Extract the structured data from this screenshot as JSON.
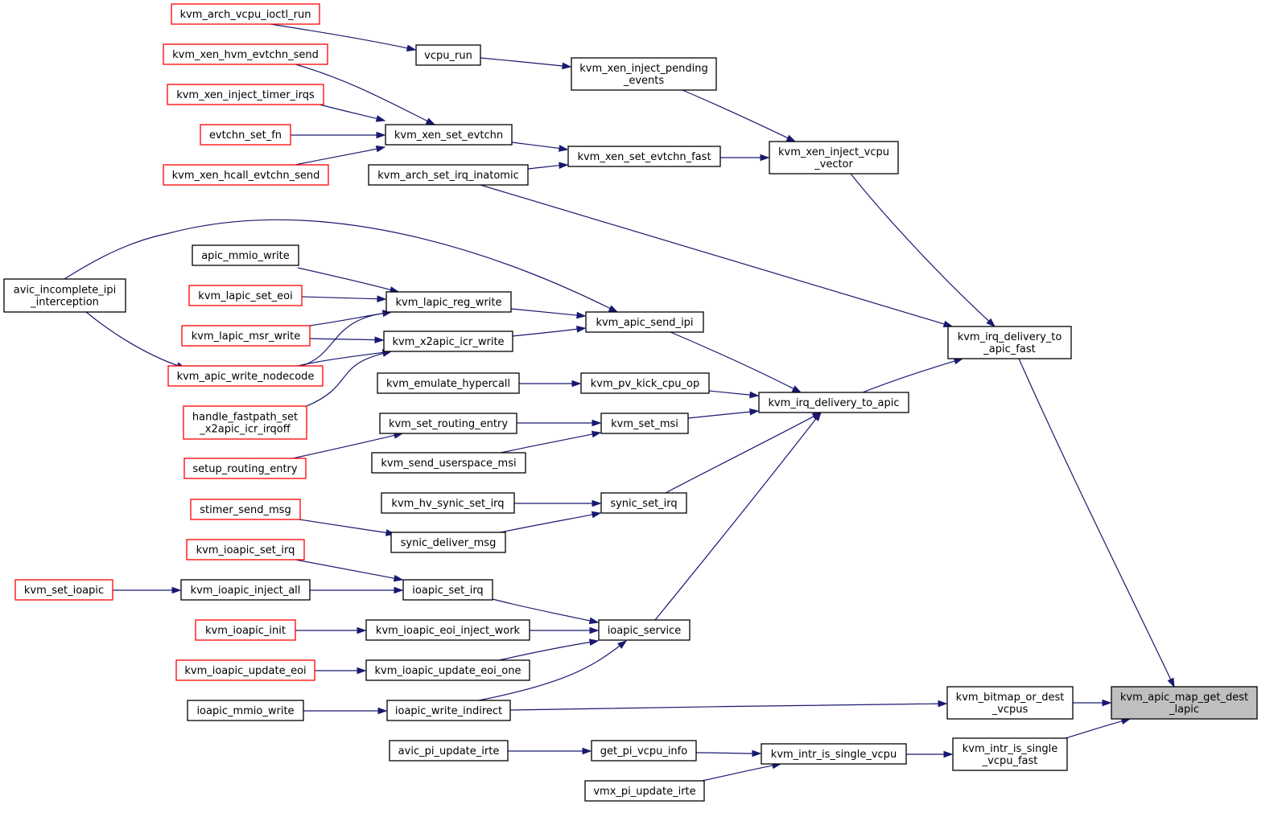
{
  "colors": {
    "edge": "#191970",
    "border_default": "#000000",
    "border_truncated": "#ff0000",
    "fill_default": "#ffffff",
    "fill_focus": "#bfbfbf"
  },
  "nodes": {
    "kvm_arch_vcpu_ioctl_run": {
      "lines": [
        "kvm_arch_vcpu_ioctl_run"
      ],
      "kind": "truncated"
    },
    "vcpu_run": {
      "lines": [
        "vcpu_run"
      ],
      "kind": "normal"
    },
    "kvm_xen_hvm_evtchn_send": {
      "lines": [
        "kvm_xen_hvm_evtchn_send"
      ],
      "kind": "truncated"
    },
    "kvm_xen_inject_pending_events": {
      "lines": [
        "kvm_xen_inject_pending",
        "_events"
      ],
      "kind": "normal"
    },
    "kvm_xen_inject_timer_irqs": {
      "lines": [
        "kvm_xen_inject_timer_irqs"
      ],
      "kind": "truncated"
    },
    "evtchn_set_fn": {
      "lines": [
        "evtchn_set_fn"
      ],
      "kind": "truncated"
    },
    "kvm_xen_set_evtchn": {
      "lines": [
        "kvm_xen_set_evtchn"
      ],
      "kind": "normal"
    },
    "kvm_xen_inject_vcpu_vector": {
      "lines": [
        "kvm_xen_inject_vcpu",
        "_vector"
      ],
      "kind": "normal"
    },
    "kvm_xen_set_evtchn_fast": {
      "lines": [
        "kvm_xen_set_evtchn_fast"
      ],
      "kind": "normal"
    },
    "kvm_xen_hcall_evtchn_send": {
      "lines": [
        "kvm_xen_hcall_evtchn_send"
      ],
      "kind": "truncated"
    },
    "kvm_arch_set_irq_inatomic": {
      "lines": [
        "kvm_arch_set_irq_inatomic"
      ],
      "kind": "normal"
    },
    "apic_mmio_write": {
      "lines": [
        "apic_mmio_write"
      ],
      "kind": "normal"
    },
    "avic_incomplete_ipi_interception": {
      "lines": [
        "avic_incomplete_ipi",
        "_interception"
      ],
      "kind": "normal"
    },
    "kvm_lapic_set_eoi": {
      "lines": [
        "kvm_lapic_set_eoi"
      ],
      "kind": "truncated"
    },
    "kvm_lapic_reg_write": {
      "lines": [
        "kvm_lapic_reg_write"
      ],
      "kind": "normal"
    },
    "kvm_apic_send_ipi": {
      "lines": [
        "kvm_apic_send_ipi"
      ],
      "kind": "normal"
    },
    "kvm_irq_delivery_to_apic_fast": {
      "lines": [
        "kvm_irq_delivery_to",
        "_apic_fast"
      ],
      "kind": "normal"
    },
    "kvm_lapic_msr_write": {
      "lines": [
        "kvm_lapic_msr_write"
      ],
      "kind": "truncated"
    },
    "kvm_x2apic_icr_write": {
      "lines": [
        "kvm_x2apic_icr_write"
      ],
      "kind": "normal"
    },
    "kvm_apic_write_nodecode": {
      "lines": [
        "kvm_apic_write_nodecode"
      ],
      "kind": "truncated"
    },
    "kvm_emulate_hypercall": {
      "lines": [
        "kvm_emulate_hypercall"
      ],
      "kind": "normal"
    },
    "kvm_pv_kick_cpu_op": {
      "lines": [
        "kvm_pv_kick_cpu_op"
      ],
      "kind": "normal"
    },
    "kvm_irq_delivery_to_apic": {
      "lines": [
        "kvm_irq_delivery_to_apic"
      ],
      "kind": "normal"
    },
    "handle_fastpath_set_x2apic_icr_irqoff": {
      "lines": [
        "handle_fastpath_set",
        "_x2apic_icr_irqoff"
      ],
      "kind": "truncated"
    },
    "kvm_set_routing_entry": {
      "lines": [
        "kvm_set_routing_entry"
      ],
      "kind": "normal"
    },
    "kvm_set_msi": {
      "lines": [
        "kvm_set_msi"
      ],
      "kind": "normal"
    },
    "setup_routing_entry": {
      "lines": [
        "setup_routing_entry"
      ],
      "kind": "truncated"
    },
    "kvm_send_userspace_msi": {
      "lines": [
        "kvm_send_userspace_msi"
      ],
      "kind": "normal"
    },
    "kvm_hv_synic_set_irq": {
      "lines": [
        "kvm_hv_synic_set_irq"
      ],
      "kind": "normal"
    },
    "synic_set_irq": {
      "lines": [
        "synic_set_irq"
      ],
      "kind": "normal"
    },
    "stimer_send_msg": {
      "lines": [
        "stimer_send_msg"
      ],
      "kind": "truncated"
    },
    "synic_deliver_msg": {
      "lines": [
        "synic_deliver_msg"
      ],
      "kind": "normal"
    },
    "kvm_ioapic_set_irq": {
      "lines": [
        "kvm_ioapic_set_irq"
      ],
      "kind": "truncated"
    },
    "kvm_set_ioapic": {
      "lines": [
        "kvm_set_ioapic"
      ],
      "kind": "truncated"
    },
    "kvm_ioapic_inject_all": {
      "lines": [
        "kvm_ioapic_inject_all"
      ],
      "kind": "normal"
    },
    "ioapic_set_irq": {
      "lines": [
        "ioapic_set_irq"
      ],
      "kind": "normal"
    },
    "kvm_ioapic_init": {
      "lines": [
        "kvm_ioapic_init"
      ],
      "kind": "truncated"
    },
    "kvm_ioapic_eoi_inject_work": {
      "lines": [
        "kvm_ioapic_eoi_inject_work"
      ],
      "kind": "normal"
    },
    "ioapic_service": {
      "lines": [
        "ioapic_service"
      ],
      "kind": "normal"
    },
    "kvm_ioapic_update_eoi": {
      "lines": [
        "kvm_ioapic_update_eoi"
      ],
      "kind": "truncated"
    },
    "kvm_ioapic_update_eoi_one": {
      "lines": [
        "kvm_ioapic_update_eoi_one"
      ],
      "kind": "normal"
    },
    "ioapic_mmio_write": {
      "lines": [
        "ioapic_mmio_write"
      ],
      "kind": "normal"
    },
    "ioapic_write_indirect": {
      "lines": [
        "ioapic_write_indirect"
      ],
      "kind": "normal"
    },
    "kvm_bitmap_or_dest_vcpus": {
      "lines": [
        "kvm_bitmap_or_dest",
        "_vcpus"
      ],
      "kind": "normal"
    },
    "kvm_apic_map_get_dest_lapic": {
      "lines": [
        "kvm_apic_map_get_dest",
        "_lapic"
      ],
      "kind": "focus"
    },
    "avic_pi_update_irte": {
      "lines": [
        "avic_pi_update_irte"
      ],
      "kind": "normal"
    },
    "get_pi_vcpu_info": {
      "lines": [
        "get_pi_vcpu_info"
      ],
      "kind": "normal"
    },
    "kvm_intr_is_single_vcpu": {
      "lines": [
        "kvm_intr_is_single_vcpu"
      ],
      "kind": "normal"
    },
    "kvm_intr_is_single_vcpu_fast": {
      "lines": [
        "kvm_intr_is_single",
        "_vcpu_fast"
      ],
      "kind": "normal"
    },
    "vmx_pi_update_irte": {
      "lines": [
        "vmx_pi_update_irte"
      ],
      "kind": "normal"
    }
  },
  "edges": [
    {
      "from": "kvm_arch_vcpu_ioctl_run",
      "to": "vcpu_run"
    },
    {
      "from": "vcpu_run",
      "to": "kvm_xen_inject_pending_events"
    },
    {
      "from": "kvm_xen_inject_pending_events",
      "to": "kvm_xen_inject_vcpu_vector"
    },
    {
      "from": "kvm_xen_hvm_evtchn_send",
      "to": "kvm_xen_set_evtchn"
    },
    {
      "from": "kvm_xen_inject_timer_irqs",
      "to": "kvm_xen_set_evtchn"
    },
    {
      "from": "evtchn_set_fn",
      "to": "kvm_xen_set_evtchn"
    },
    {
      "from": "kvm_xen_hcall_evtchn_send",
      "to": "kvm_xen_set_evtchn"
    },
    {
      "from": "kvm_xen_set_evtchn",
      "to": "kvm_xen_set_evtchn_fast"
    },
    {
      "from": "kvm_arch_set_irq_inatomic",
      "to": "kvm_xen_set_evtchn_fast"
    },
    {
      "from": "kvm_xen_set_evtchn_fast",
      "to": "kvm_xen_inject_vcpu_vector"
    },
    {
      "from": "kvm_xen_inject_vcpu_vector",
      "to": "kvm_irq_delivery_to_apic_fast"
    },
    {
      "from": "kvm_arch_set_irq_inatomic",
      "to": "kvm_irq_delivery_to_apic_fast"
    },
    {
      "from": "avic_incomplete_ipi_interception",
      "to": "kvm_apic_send_ipi"
    },
    {
      "from": "avic_incomplete_ipi_interception",
      "to": "kvm_apic_write_nodecode"
    },
    {
      "from": "apic_mmio_write",
      "to": "kvm_lapic_reg_write"
    },
    {
      "from": "kvm_lapic_set_eoi",
      "to": "kvm_lapic_reg_write"
    },
    {
      "from": "kvm_lapic_msr_write",
      "to": "kvm_lapic_reg_write"
    },
    {
      "from": "kvm_apic_write_nodecode",
      "to": "kvm_lapic_reg_write"
    },
    {
      "from": "kvm_lapic_msr_write",
      "to": "kvm_x2apic_icr_write"
    },
    {
      "from": "kvm_apic_write_nodecode",
      "to": "kvm_x2apic_icr_write"
    },
    {
      "from": "handle_fastpath_set_x2apic_icr_irqoff",
      "to": "kvm_x2apic_icr_write"
    },
    {
      "from": "kvm_lapic_reg_write",
      "to": "kvm_apic_send_ipi"
    },
    {
      "from": "kvm_x2apic_icr_write",
      "to": "kvm_apic_send_ipi"
    },
    {
      "from": "kvm_apic_send_ipi",
      "to": "kvm_irq_delivery_to_apic"
    },
    {
      "from": "kvm_emulate_hypercall",
      "to": "kvm_pv_kick_cpu_op"
    },
    {
      "from": "kvm_pv_kick_cpu_op",
      "to": "kvm_irq_delivery_to_apic"
    },
    {
      "from": "kvm_set_routing_entry",
      "to": "kvm_set_msi"
    },
    {
      "from": "setup_routing_entry",
      "to": "kvm_set_routing_entry"
    },
    {
      "from": "kvm_send_userspace_msi",
      "to": "kvm_set_msi"
    },
    {
      "from": "kvm_set_msi",
      "to": "kvm_irq_delivery_to_apic"
    },
    {
      "from": "kvm_hv_synic_set_irq",
      "to": "synic_set_irq"
    },
    {
      "from": "stimer_send_msg",
      "to": "synic_deliver_msg"
    },
    {
      "from": "synic_deliver_msg",
      "to": "synic_set_irq"
    },
    {
      "from": "synic_set_irq",
      "to": "kvm_irq_delivery_to_apic"
    },
    {
      "from": "kvm_ioapic_set_irq",
      "to": "ioapic_set_irq"
    },
    {
      "from": "kvm_set_ioapic",
      "to": "kvm_ioapic_inject_all"
    },
    {
      "from": "kvm_ioapic_inject_all",
      "to": "ioapic_set_irq"
    },
    {
      "from": "ioapic_set_irq",
      "to": "ioapic_service"
    },
    {
      "from": "kvm_ioapic_init",
      "to": "kvm_ioapic_eoi_inject_work"
    },
    {
      "from": "kvm_ioapic_eoi_inject_work",
      "to": "ioapic_service"
    },
    {
      "from": "kvm_ioapic_update_eoi",
      "to": "kvm_ioapic_update_eoi_one"
    },
    {
      "from": "kvm_ioapic_update_eoi_one",
      "to": "ioapic_service"
    },
    {
      "from": "ioapic_mmio_write",
      "to": "ioapic_write_indirect"
    },
    {
      "from": "ioapic_write_indirect",
      "to": "ioapic_service"
    },
    {
      "from": "ioapic_service",
      "to": "kvm_irq_delivery_to_apic"
    },
    {
      "from": "kvm_irq_delivery_to_apic",
      "to": "kvm_irq_delivery_to_apic_fast"
    },
    {
      "from": "kvm_irq_delivery_to_apic_fast",
      "to": "kvm_apic_map_get_dest_lapic"
    },
    {
      "from": "ioapic_write_indirect",
      "to": "kvm_bitmap_or_dest_vcpus"
    },
    {
      "from": "kvm_bitmap_or_dest_vcpus",
      "to": "kvm_apic_map_get_dest_lapic"
    },
    {
      "from": "avic_pi_update_irte",
      "to": "get_pi_vcpu_info"
    },
    {
      "from": "get_pi_vcpu_info",
      "to": "kvm_intr_is_single_vcpu"
    },
    {
      "from": "vmx_pi_update_irte",
      "to": "kvm_intr_is_single_vcpu"
    },
    {
      "from": "kvm_intr_is_single_vcpu",
      "to": "kvm_intr_is_single_vcpu_fast"
    },
    {
      "from": "kvm_intr_is_single_vcpu_fast",
      "to": "kvm_apic_map_get_dest_lapic"
    }
  ]
}
